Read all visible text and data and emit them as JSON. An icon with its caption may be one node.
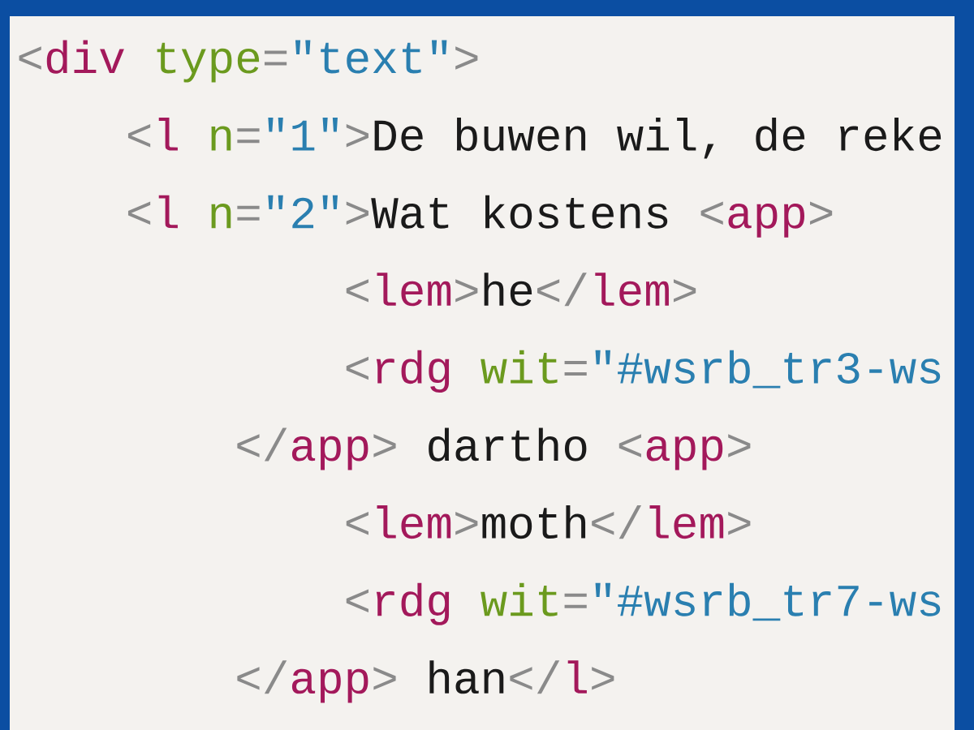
{
  "diagram": {
    "labels": [
      "<",
      "div",
      "type",
      "=",
      "\"text\"",
      ">",
      "<",
      "l",
      "n",
      "=",
      "\"1\"",
      ">",
      "De buwen wil, de reke",
      "<",
      "l",
      "n",
      "=",
      "\"2\"",
      ">",
      "Wat kostens",
      "<",
      "app",
      ">",
      "<",
      "lem",
      ">",
      "he",
      "</",
      "lem",
      ">",
      "<",
      "rdg",
      "wit",
      "=",
      "\"#wsrb_tr3-ws",
      "</",
      "app",
      ">",
      "dartho",
      "<",
      "app",
      ">",
      "<",
      "lem",
      ">",
      "moth",
      "</",
      "lem",
      ">",
      "<",
      "rdg",
      "wit",
      "=",
      "\"#wsrb_tr7-ws",
      "</",
      "app",
      ">",
      "han",
      "</",
      "l",
      ">"
    ]
  }
}
